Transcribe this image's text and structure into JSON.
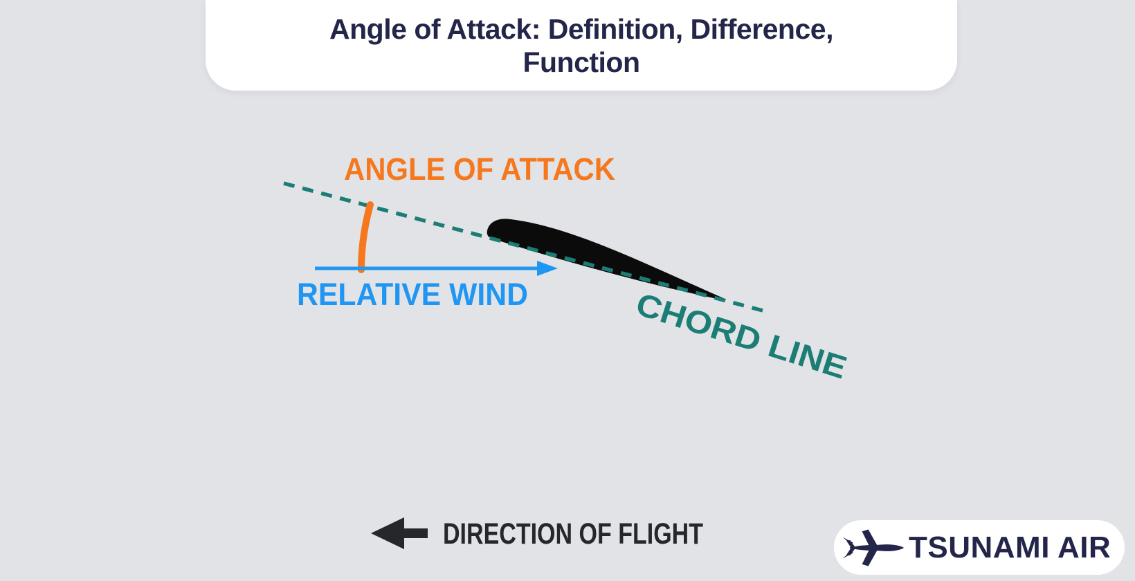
{
  "page": {
    "background_color": "#E2E3E7"
  },
  "header": {
    "title_line1": "Angle of Attack: Definition, Difference,",
    "title_line2": "Function",
    "text_color": "#232649",
    "background_color": "#FFFFFF"
  },
  "diagram": {
    "labels": {
      "angle_of_attack": "ANGLE OF ATTACK",
      "relative_wind": "RELATIVE WIND",
      "chord_line": "CHORD LINE",
      "direction_of_flight": "DIRECTION OF FLIGHT"
    },
    "colors": {
      "angle_of_attack_orange": "#F5781E",
      "relative_wind_blue": "#2096F3",
      "chord_line_teal": "#1B7D74",
      "airfoil_black": "#0B0B0C",
      "direction_of_flight_dark": "#26272B"
    },
    "icons": {
      "airfoil": "airfoil-cross-section",
      "angle_arc": "angle-arc",
      "wind_arrow": "right-arrow",
      "flight_arrow": "left-arrow"
    }
  },
  "logo": {
    "brand": "TSUNAMI AIR",
    "icon": "jet-plane-icon",
    "text_color": "#23264A",
    "background_color": "#FFFFFF"
  }
}
